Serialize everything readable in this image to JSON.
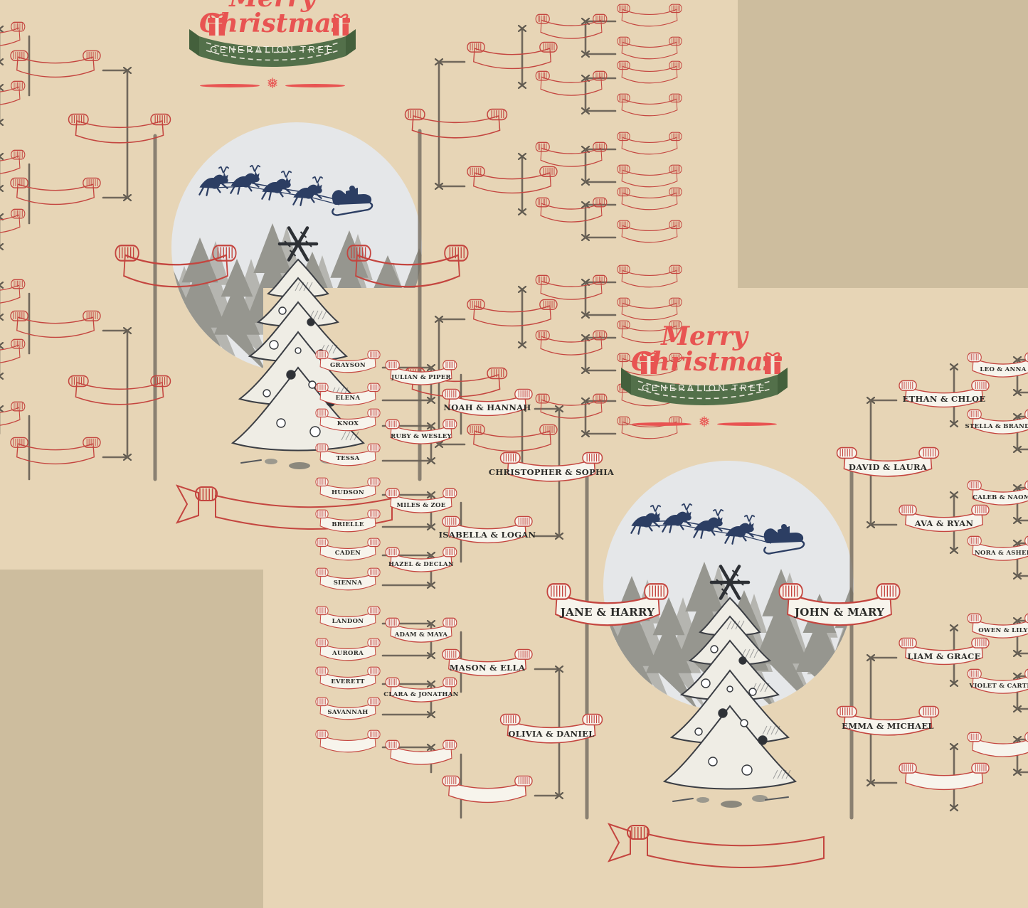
{
  "header": {
    "merry": "Merry",
    "christmas": "Christmas",
    "subtitle": "GENERATION TREE"
  },
  "names": {
    "c1": [
      "GRAYSON",
      "ELENA",
      "KNOX",
      "TESSA",
      "HUDSON",
      "BRIELLE",
      "CADEN",
      "SIENNA",
      "LANDON",
      "AURORA",
      "EVERETT",
      "SAVANNAH",
      ""
    ],
    "c2": [
      "JULIAN & PIPER",
      "RUBY & WESLEY",
      "MILES & ZOE",
      "HAZEL & DECLAN",
      "ADAM & MAYA",
      "CLARA & JONATHAN",
      ""
    ],
    "c3": [
      "NOAH & HANNAH",
      "ISABELLA & LOGAN",
      "MASON & ELLA",
      ""
    ],
    "c4": [
      "CHRISTOPHER & SOPHIA",
      "OLIVIA & DANIEL"
    ],
    "g1": [
      "JANE & HARRY",
      "JOHN & MARY"
    ],
    "c4r": [
      "DAVID & LAURA",
      "EMMA & MICHAEL"
    ],
    "c3r": [
      "ETHAN & CHLOE",
      "AVA & RYAN",
      "LIAM & GRACE",
      ""
    ],
    "c2r": [
      "LEO & ANNA",
      "STELLA & BRANDON",
      "CALEB & NAOMI",
      "NORA & ASHER",
      "OWEN & LILY",
      "VIOLET & CARTER",
      ""
    ],
    "c1r": [
      "",
      "",
      "",
      "",
      "",
      "",
      "",
      "",
      "",
      "",
      "",
      "",
      "",
      ""
    ]
  },
  "icons": {
    "gift": "gift-icon",
    "snowflake_divider": "snowflake-icon",
    "santa_sleigh": "santa-sleigh-reindeer-illustration",
    "christmas_tree": "christmas-tree-illustration",
    "forest": "winter-forest-illustration"
  },
  "colors": {
    "page_background": "#e7d5b6",
    "desk_background": "#cdbd9e",
    "banner_outline_red": "#c4453f",
    "banner_fill": "#f7f4ec",
    "title_red": "#e85452",
    "ribbon_green": "#53704a",
    "connector_grey": "#6b6358",
    "sleigh_navy": "#2c3e63",
    "circle_grey": "#e5e7e9",
    "forest_grey": "#96968f"
  }
}
